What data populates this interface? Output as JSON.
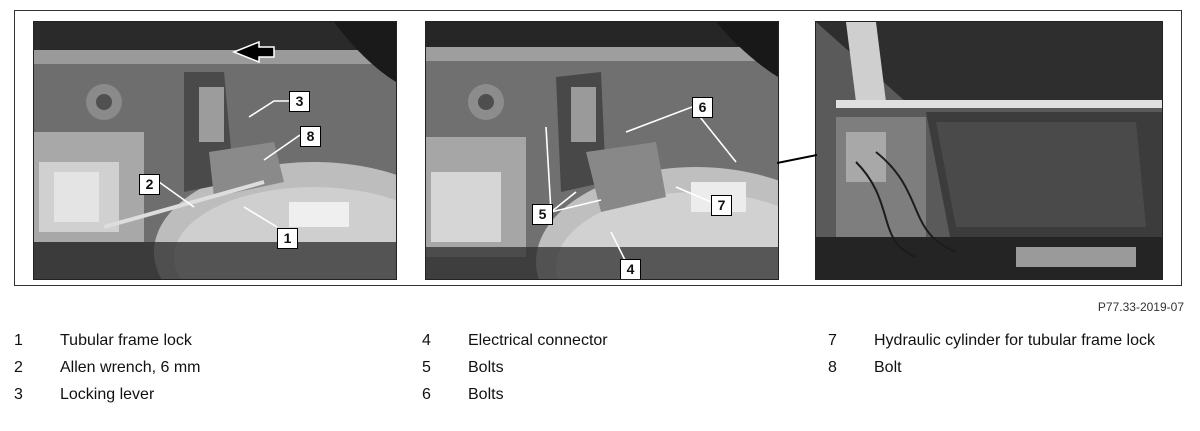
{
  "figure": {
    "reference_code": "P77.33-2019-07",
    "callouts": {
      "p1_3": "3",
      "p1_8": "8",
      "p1_2": "2",
      "p1_1": "1",
      "p2_6": "6",
      "p2_5": "5",
      "p2_7": "7",
      "p2_4": "4"
    }
  },
  "legend": {
    "col1": [
      {
        "num": "1",
        "text": "Tubular frame lock"
      },
      {
        "num": "2",
        "text": "Allen wrench, 6 mm"
      },
      {
        "num": "3",
        "text": "Locking lever"
      }
    ],
    "col2": [
      {
        "num": "4",
        "text": "Electrical connector"
      },
      {
        "num": "5",
        "text": "Bolts"
      },
      {
        "num": "6",
        "text": "Bolts"
      }
    ],
    "col3": [
      {
        "num": "7",
        "text": "Hydraulic cylinder for tubular frame lock"
      },
      {
        "num": "8",
        "text": "Bolt"
      }
    ]
  }
}
